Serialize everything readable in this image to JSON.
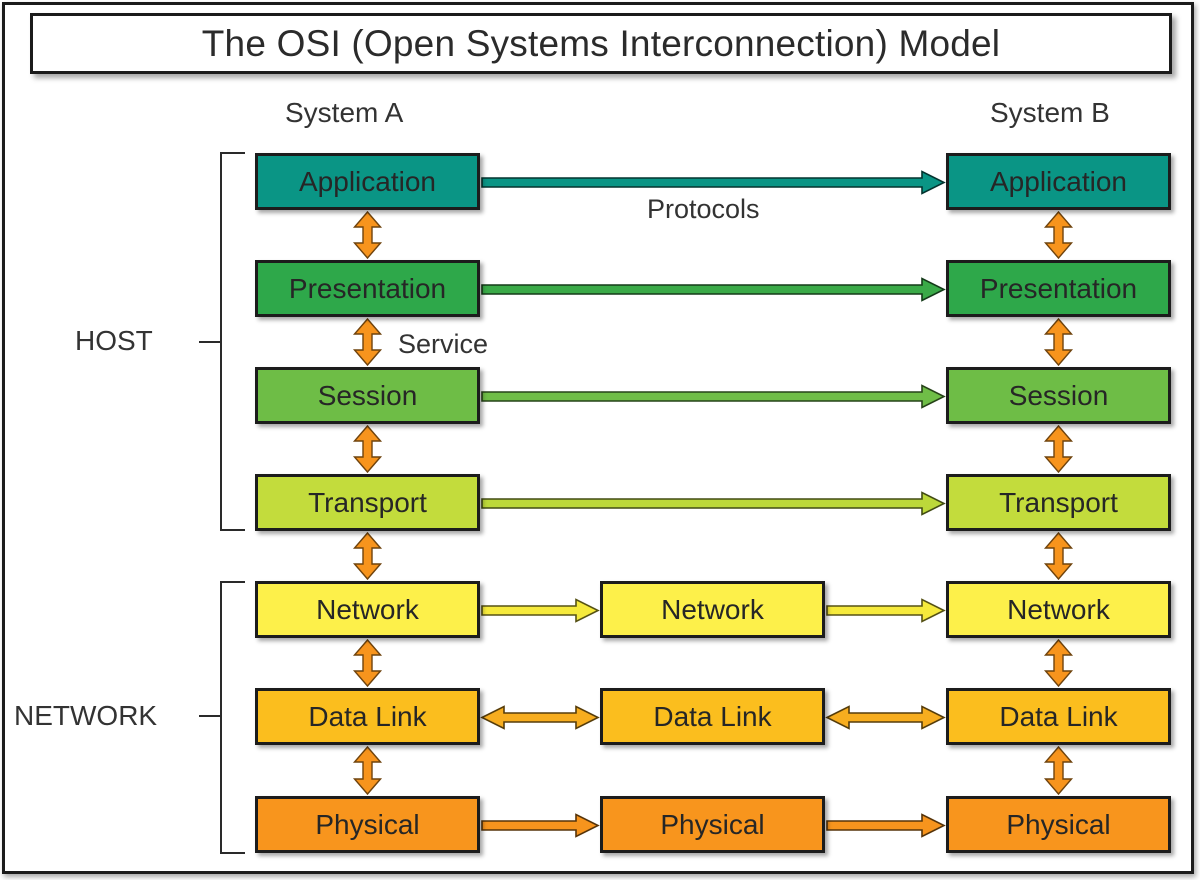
{
  "title": "The OSI (Open Systems Interconnection) Model",
  "system_a": "System A",
  "system_b": "System B",
  "protocols_label": "Protocols",
  "service_label": "Service",
  "groups": {
    "host": "HOST",
    "network": "NETWORK"
  },
  "layers": [
    {
      "id": "application",
      "label": "Application",
      "color": "#0a9585",
      "relay": false,
      "relay_link": null,
      "link": "one-way",
      "link_color": "#0a9585"
    },
    {
      "id": "presentation",
      "label": "Presentation",
      "color": "#2ea84a",
      "relay": false,
      "relay_link": null,
      "link": "one-way",
      "link_color": "#3aaa48"
    },
    {
      "id": "session",
      "label": "Session",
      "color": "#6ebd46",
      "relay": false,
      "relay_link": null,
      "link": "one-way",
      "link_color": "#6fbe47"
    },
    {
      "id": "transport",
      "label": "Transport",
      "color": "#c3dc3c",
      "relay": false,
      "relay_link": null,
      "link": "one-way",
      "link_color": "#bcd83a"
    },
    {
      "id": "network",
      "label": "Network",
      "color": "#fdf04a",
      "relay": true,
      "relay_link": "one-way",
      "link": "one-way",
      "link_color": "#f6ea3c"
    },
    {
      "id": "data-link",
      "label": "Data Link",
      "color": "#fbbe1e",
      "relay": true,
      "relay_link": "two-way",
      "link": "two-way",
      "link_color": "#f7ad1f"
    },
    {
      "id": "physical",
      "label": "Physical",
      "color": "#f8951d",
      "relay": true,
      "relay_link": "one-way",
      "link": "one-way",
      "link_color": "#f7941d"
    }
  ],
  "vertical_arrow_color": "#f7941d"
}
